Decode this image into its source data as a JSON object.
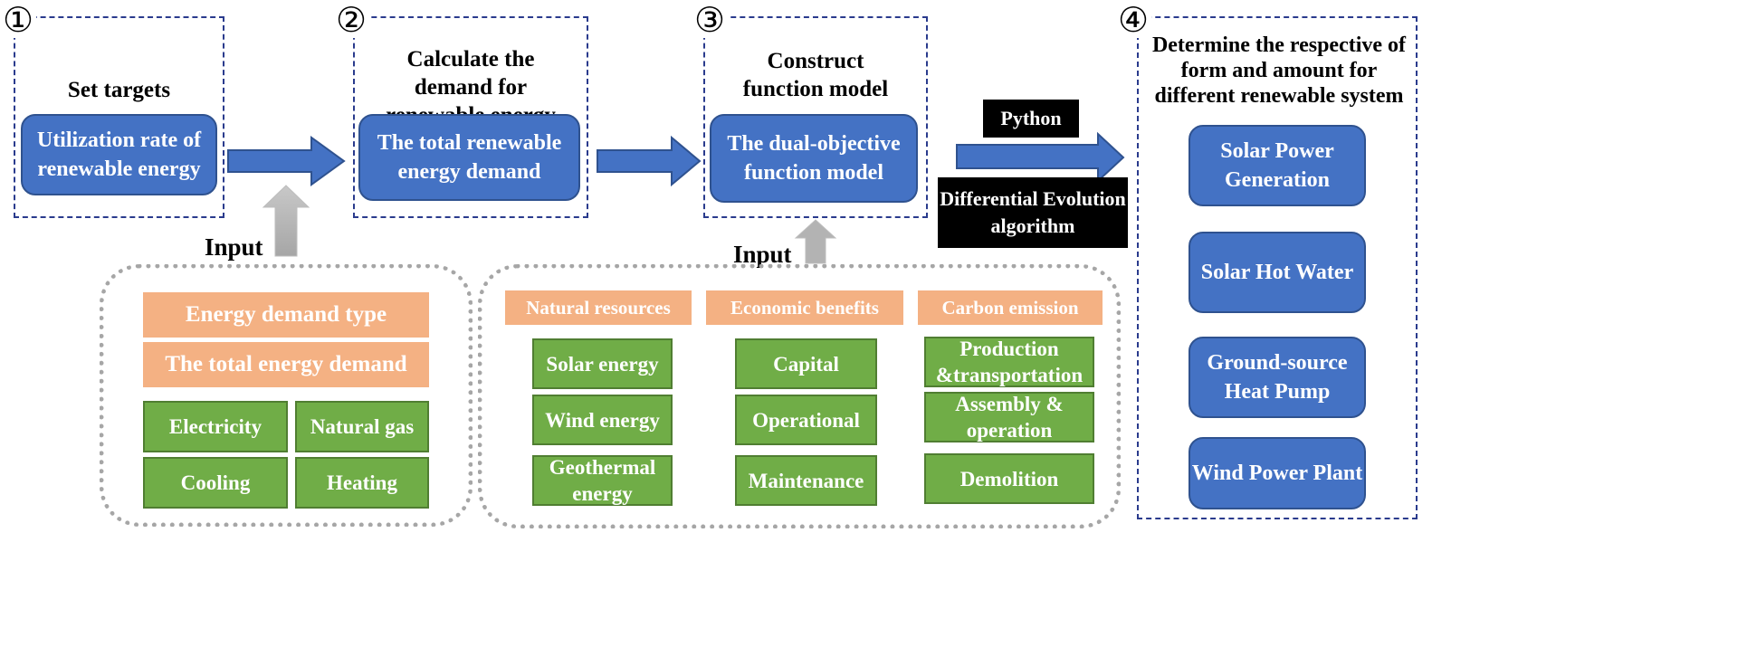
{
  "stages": [
    {
      "number": "①",
      "title": "Set targets",
      "box": "Utilization rate of renewable energy"
    },
    {
      "number": "②",
      "title": "Calculate the demand for renewable energy",
      "box": "The total renewable energy demand"
    },
    {
      "number": "③",
      "title": "Construct function model",
      "box": "The dual-objective function model"
    },
    {
      "number": "④",
      "title": "Determine the respective of form and amount for different renewable system"
    }
  ],
  "tools": {
    "python": "Python",
    "de": "Differential Evolution algorithm"
  },
  "input_label": "Input",
  "left_group": {
    "headers": [
      "Energy demand type",
      "The total energy demand"
    ],
    "items": [
      "Electricity",
      "Natural gas",
      "Cooling",
      "Heating"
    ]
  },
  "right_group": {
    "columns": [
      {
        "header": "Natural resources",
        "items": [
          "Solar energy",
          "Wind energy",
          "Geothermal energy"
        ]
      },
      {
        "header": "Economic benefits",
        "items": [
          "Capital",
          "Operational",
          "Maintenance"
        ]
      },
      {
        "header": "Carbon emission",
        "items": [
          "Production &transportation",
          "Assembly & operation",
          "Demolition"
        ]
      }
    ]
  },
  "outputs": [
    "Solar Power Generation",
    "Solar Hot Water",
    "Ground-source Heat Pump",
    "Wind Power Plant"
  ],
  "colors": {
    "blue": "#4472c4",
    "orange": "#f4b183",
    "green": "#70ad47",
    "black": "#000000",
    "grey": "#a6a6a6",
    "border": "#2a3b8d"
  }
}
